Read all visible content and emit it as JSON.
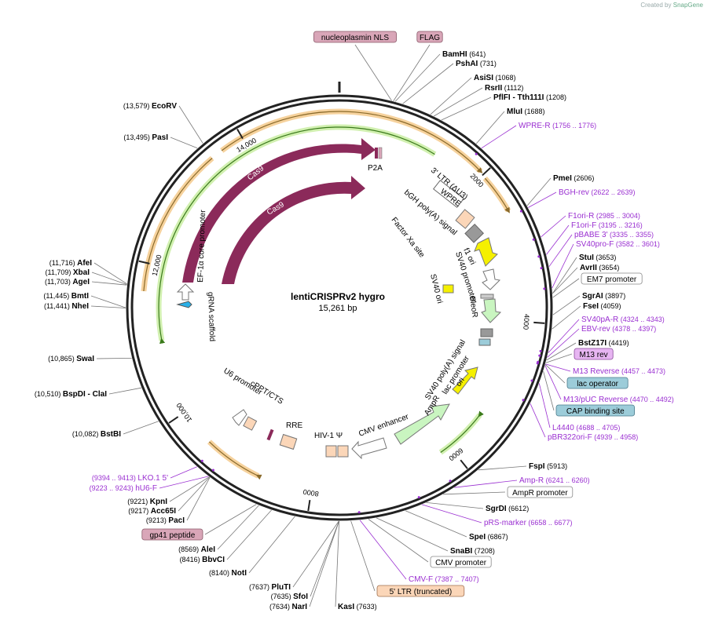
{
  "credit": {
    "prefix": "Created by",
    "brand": "SnapGene"
  },
  "plasmid": {
    "name": "lentiCRISPRv2 hygro",
    "size_label": "15,261 bp",
    "length": 15261
  },
  "tick_labels": [
    "2000",
    "4000",
    "6000",
    "8000",
    "10,000",
    "12,000",
    "14,000"
  ],
  "sites": [
    {
      "name": "BamHI",
      "pos": "(641)"
    },
    {
      "name": "PshAI",
      "pos": "(731)"
    },
    {
      "name": "AsiSI",
      "pos": "(1068)"
    },
    {
      "name": "RsrII",
      "pos": "(1112)"
    },
    {
      "name": "PflFI",
      "extra": " - Tth111I",
      "pos": "(1208)"
    },
    {
      "name": "MluI",
      "pos": "(1688)"
    },
    {
      "name": "PmeI",
      "pos": "(2606)"
    },
    {
      "name": "StuI",
      "pos": "(3653)"
    },
    {
      "name": "AvrII",
      "pos": "(3654)"
    },
    {
      "name": "SgrAI",
      "pos": "(3897)"
    },
    {
      "name": "FseI",
      "pos": "(4059)"
    },
    {
      "name": "BstZ17I",
      "pos": "(4419)"
    },
    {
      "name": "FspI",
      "pos": "(5913)"
    },
    {
      "name": "SgrDI",
      "pos": "(6612)"
    },
    {
      "name": "SpeI",
      "pos": "(6867)"
    },
    {
      "name": "SnaBI",
      "pos": "(7208)"
    },
    {
      "name": "KasI",
      "pos": "(7633)"
    },
    {
      "name": "NarI",
      "pos": "(7634)"
    },
    {
      "name": "SfoI",
      "pos": "(7635)"
    },
    {
      "name": "PluTI",
      "pos": "(7637)"
    },
    {
      "name": "NotI",
      "pos": "(8140)"
    },
    {
      "name": "BbvCI",
      "pos": "(8416)"
    },
    {
      "name": "AleI",
      "pos": "(8569)"
    },
    {
      "name": "PacI",
      "pos": "(9213)"
    },
    {
      "name": "Acc65I",
      "pos": "(9217)"
    },
    {
      "name": "KpnI",
      "pos": "(9221)"
    },
    {
      "name": "BstBI",
      "pos": "(10,082)"
    },
    {
      "name": "BspDI",
      "extra": " - ClaI",
      "pos": "(10,510)"
    },
    {
      "name": "SwaI",
      "pos": "(10,865)"
    },
    {
      "name": "NheI",
      "pos": "(11,441)"
    },
    {
      "name": "BmtI",
      "pos": "(11,445)"
    },
    {
      "name": "AgeI",
      "pos": "(11,703)"
    },
    {
      "name": "XbaI",
      "pos": "(11,709)"
    },
    {
      "name": "AfeI",
      "pos": "(11,716)"
    },
    {
      "name": "PasI",
      "pos": "(13,495)"
    },
    {
      "name": "EcoRV",
      "pos": "(13,579)"
    }
  ],
  "primers": [
    {
      "name": "WPRE-R",
      "range": "(1756 .. 1776)"
    },
    {
      "name": "BGH-rev",
      "range": "(2622 .. 2639)"
    },
    {
      "name": "F1ori-R",
      "range": "(2985 .. 3004)"
    },
    {
      "name": "F1ori-F",
      "range": "(3195 .. 3216)"
    },
    {
      "name": "pBABE 3'",
      "range": "(3335 .. 3355)"
    },
    {
      "name": "SV40pro-F",
      "range": "(3582 .. 3601)"
    },
    {
      "name": "SV40pA-R",
      "range": "(4324 .. 4343)"
    },
    {
      "name": "EBV-rev",
      "range": "(4378 .. 4397)"
    },
    {
      "name": "M13 Reverse",
      "range": "(4457 .. 4473)"
    },
    {
      "name": "M13/pUC Reverse",
      "range": "(4470 .. 4492)"
    },
    {
      "name": "L4440",
      "range": "(4688 .. 4705)"
    },
    {
      "name": "pBR322ori-F",
      "range": "(4939 .. 4958)"
    },
    {
      "name": "Amp-R",
      "range": "(6241 .. 6260)"
    },
    {
      "name": "pRS-marker",
      "range": "(6658 .. 6677)"
    },
    {
      "name": "CMV-F",
      "range": "(7387 .. 7407)"
    },
    {
      "name": "LKO.1 5'",
      "range": "(9394 .. 9413)"
    },
    {
      "name": "hU6-F",
      "range": "(9223 .. 9243)"
    }
  ],
  "boxed_features": [
    {
      "name": "nucleoplasmin NLS"
    },
    {
      "name": "FLAG"
    },
    {
      "name": "EM7 promoter"
    },
    {
      "name": "M13 rev"
    },
    {
      "name": "lac operator"
    },
    {
      "name": "CAP binding site"
    },
    {
      "name": "AmpR promoter"
    },
    {
      "name": "CMV promoter"
    },
    {
      "name": "5' LTR (truncated)"
    },
    {
      "name": "gp41 peptide"
    }
  ],
  "inner_labels": [
    "P2A",
    "Cas9",
    "Cas9",
    "WPRE",
    "3' LTR (ΔU3)",
    "bGH poly(A) signal",
    "f1 ori",
    "Factor Xa site",
    "SV40 promoter",
    "SV40 ori",
    "BleoR",
    "SV40 poly(A) signal",
    "lac promoter",
    "ori",
    "AmpR",
    "CMV enhancer",
    "HIV-1 Ψ",
    "RRE",
    "cPPT/CTS",
    "U6 promoter",
    "EF-1α core promoter",
    "gRNA scaffold"
  ],
  "colors": {
    "cas9": "#8b2a5a",
    "primer": "#9a2fd1",
    "highlight_orange": "#f0b45c",
    "highlight_green": "#c6ec9c",
    "yellow": "#f5f000",
    "bleo": "#c9f5c0",
    "ltr_box": "#fbd6b8",
    "pink_box": "#d9a6b8",
    "purple_box": "#e7b5f2",
    "blue_box": "#9cccd9"
  }
}
